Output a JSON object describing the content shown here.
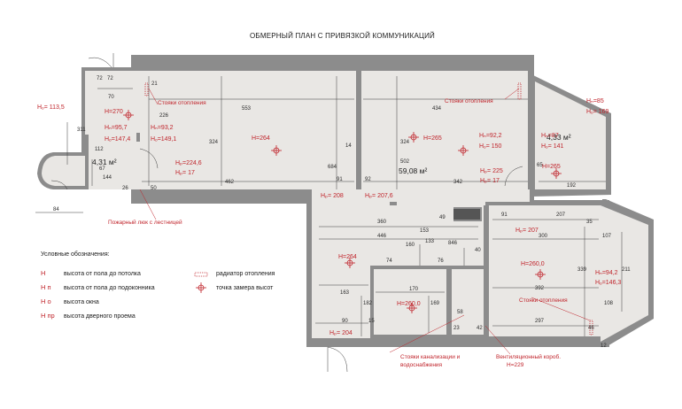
{
  "title": "ОБМЕРНЫЙ ПЛАН С ПРИВЯЗКОЙ КОММУНИКАЦИЙ",
  "colors": {
    "accent": "#c0242b",
    "wall": "#8c8c8c",
    "floor": "#e9e7e4"
  },
  "rooms": [
    {
      "id": "balcony-left",
      "area": "4,31 м²"
    },
    {
      "id": "living",
      "area": "59,08 м²"
    },
    {
      "id": "balcony-right",
      "area": "4,33 м²"
    }
  ],
  "heights": [
    {
      "id": "h1",
      "text": "H=264"
    },
    {
      "id": "h2",
      "text": "H=265"
    },
    {
      "id": "h3",
      "text": "H=265"
    },
    {
      "id": "h4",
      "text": "H=270"
    },
    {
      "id": "h5",
      "text": "H=264"
    },
    {
      "id": "h6",
      "text": "H=260,0"
    },
    {
      "id": "h7",
      "text": "H=260,0"
    }
  ],
  "window_heights": {
    "wl_o": "Hₒ= 113,5",
    "wl_n": "Hₙ=95,7",
    "wl_o2": "Hₒ=147,4",
    "wm1_n": "Hₙ=93,2",
    "wm1_o": "Hₒ=149,1",
    "wm2_n": "Hₙ=92,2",
    "wm2_o": "Hₒ= 150",
    "wr1_n": "Hₙ=87",
    "wr1_o": "Hₒ= 141",
    "wr2_n": "Hₙ=85",
    "wr2_o": "Hₒ= 169",
    "br_n": "Hₙ=94,2",
    "br_o": "Hₒ=146,3"
  },
  "door_heights": {
    "d1": "Hₚ=224,6",
    "d1b": "Hₚ= 17",
    "d2": "Hₚ= 225",
    "d2b": "Hₚ= 17",
    "d3": "Hₚ= 207,6",
    "d4": "Hₚ= 208",
    "d5": "Hₚ= 207",
    "d6": "Hₚ= 204"
  },
  "notes": {
    "radiator_left": "Стояки отопления",
    "radiator_mid": "Стояки отопления",
    "radiator_bottom": "Стояки отопления",
    "hatch": "Пожарный люк с лестницей",
    "sewer_line1": "Стояки канализации и",
    "sewer_line2": "водоснабжения",
    "vent_line1": "Вентиляционный короб.",
    "vent_line2": "H=229"
  },
  "legend": {
    "title": "Условные обозначения:",
    "items": [
      {
        "key": "H",
        "text": "высота от пола до потолка"
      },
      {
        "key": "H п",
        "text": "высота от пола до подоконника"
      },
      {
        "key": "H о",
        "text": "высота окна"
      },
      {
        "key": "H пр",
        "text": "высота дверного проема"
      }
    ],
    "symbols": [
      {
        "text": "радиатор отопления"
      },
      {
        "text": "точка замера высот"
      }
    ]
  },
  "dims": [
    {
      "id": "d72a",
      "text": "72"
    },
    {
      "id": "d72b",
      "text": "72"
    },
    {
      "id": "d70",
      "text": "70"
    },
    {
      "id": "d21",
      "text": "21"
    },
    {
      "id": "d553",
      "text": "553"
    },
    {
      "id": "d434",
      "text": "434"
    },
    {
      "id": "d226",
      "text": "226"
    },
    {
      "id": "d311",
      "text": "311"
    },
    {
      "id": "d324a",
      "text": "324"
    },
    {
      "id": "d324b",
      "text": "324"
    },
    {
      "id": "d112",
      "text": "112"
    },
    {
      "id": "d14",
      "text": "14"
    },
    {
      "id": "d684",
      "text": "684"
    },
    {
      "id": "d502",
      "text": "502"
    },
    {
      "id": "d67",
      "text": "67"
    },
    {
      "id": "d144",
      "text": "144"
    },
    {
      "id": "d462",
      "text": "462"
    },
    {
      "id": "d91a",
      "text": "91"
    },
    {
      "id": "d92",
      "text": "92"
    },
    {
      "id": "d342",
      "text": "342"
    },
    {
      "id": "d192",
      "text": "192"
    },
    {
      "id": "d65",
      "text": "65"
    },
    {
      "id": "d84",
      "text": "84"
    },
    {
      "id": "d50",
      "text": "50"
    },
    {
      "id": "d26",
      "text": "26"
    },
    {
      "id": "d207a",
      "text": "207"
    },
    {
      "id": "d91b",
      "text": "91"
    },
    {
      "id": "d35",
      "text": "35"
    },
    {
      "id": "d107",
      "text": "107"
    },
    {
      "id": "d360",
      "text": "360"
    },
    {
      "id": "d49",
      "text": "49"
    },
    {
      "id": "d446",
      "text": "446"
    },
    {
      "id": "d153",
      "text": "153"
    },
    {
      "id": "d300",
      "text": "300"
    },
    {
      "id": "d160",
      "text": "160"
    },
    {
      "id": "d133",
      "text": "133"
    },
    {
      "id": "d846",
      "text": "846"
    },
    {
      "id": "d40",
      "text": "40"
    },
    {
      "id": "d74",
      "text": "74"
    },
    {
      "id": "d76",
      "text": "76"
    },
    {
      "id": "d339",
      "text": "339"
    },
    {
      "id": "d211",
      "text": "211"
    },
    {
      "id": "d392",
      "text": "392"
    },
    {
      "id": "d163",
      "text": "163"
    },
    {
      "id": "d170",
      "text": "170"
    },
    {
      "id": "d182",
      "text": "182"
    },
    {
      "id": "d169",
      "text": "169"
    },
    {
      "id": "d58",
      "text": "58"
    },
    {
      "id": "d108",
      "text": "108"
    },
    {
      "id": "d297",
      "text": "297"
    },
    {
      "id": "d90",
      "text": "90"
    },
    {
      "id": "d15",
      "text": "15"
    },
    {
      "id": "d23",
      "text": "23"
    },
    {
      "id": "d42",
      "text": "42"
    },
    {
      "id": "d12",
      "text": "12"
    },
    {
      "id": "d46",
      "text": "46"
    }
  ]
}
